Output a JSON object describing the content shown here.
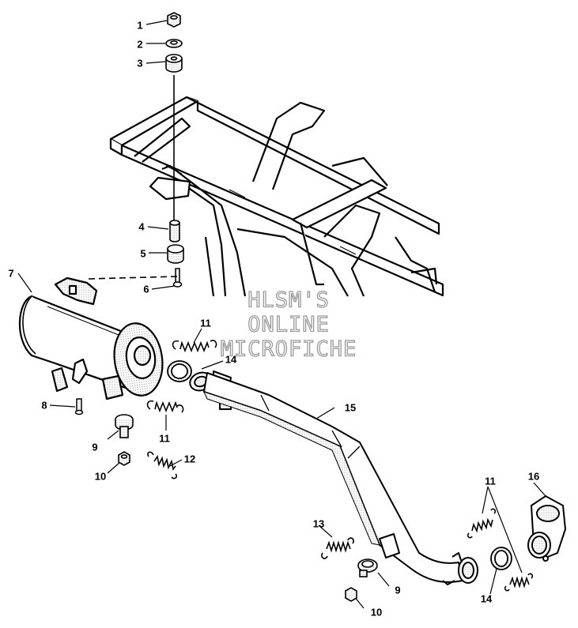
{
  "callouts": [
    {
      "id": "c1",
      "text": "1"
    },
    {
      "id": "c2",
      "text": "2"
    },
    {
      "id": "c3",
      "text": "3"
    },
    {
      "id": "c4",
      "text": "4"
    },
    {
      "id": "c5",
      "text": "5"
    },
    {
      "id": "c6",
      "text": "6"
    },
    {
      "id": "c7",
      "text": "7"
    },
    {
      "id": "c8",
      "text": "8"
    },
    {
      "id": "c9a",
      "text": "9"
    },
    {
      "id": "c9b",
      "text": "9"
    },
    {
      "id": "c10a",
      "text": "10"
    },
    {
      "id": "c10b",
      "text": "10"
    },
    {
      "id": "c11a",
      "text": "11"
    },
    {
      "id": "c11b",
      "text": "11"
    },
    {
      "id": "c11c",
      "text": "11"
    },
    {
      "id": "c12",
      "text": "12"
    },
    {
      "id": "c13",
      "text": "13"
    },
    {
      "id": "c14a",
      "text": "14"
    },
    {
      "id": "c14b",
      "text": "14"
    },
    {
      "id": "c15",
      "text": "15"
    },
    {
      "id": "c16",
      "text": "16"
    }
  ],
  "watermark": {
    "line1": "HLSM'S",
    "line2": "ONLINE",
    "line3": "MICROFICHE"
  },
  "colors": {
    "line": "#000000",
    "shade": "#d8d8d8",
    "watermark_outline": "#9a9a9a"
  }
}
